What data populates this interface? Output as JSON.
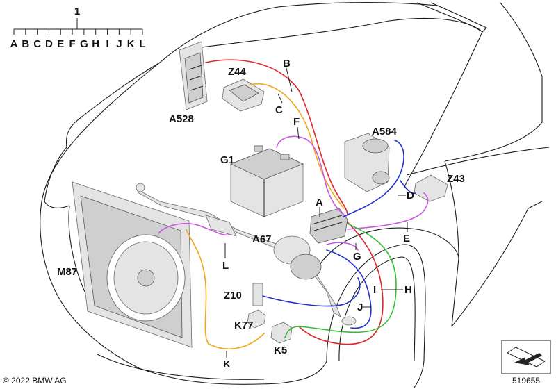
{
  "index": {
    "number": "1",
    "letters": [
      "A",
      "B",
      "C",
      "D",
      "E",
      "F",
      "G",
      "H",
      "I",
      "J",
      "K",
      "L"
    ]
  },
  "components": {
    "a528": "A528",
    "z44": "Z44",
    "g1": "G1",
    "a584": "A584",
    "z43": "Z43",
    "a": "A",
    "a67": "A67",
    "m87": "M87",
    "z10": "Z10",
    "k77": "K77",
    "k5": "K5"
  },
  "wire_labels": {
    "b": "B",
    "c": "C",
    "f": "F",
    "d": "D",
    "e": "E",
    "g": "G",
    "l": "L",
    "i": "I",
    "h": "H",
    "j": "J",
    "k": "K"
  },
  "colors": {
    "wire_red": "#e0242b",
    "wire_orange": "#f0a818",
    "wire_magenta": "#c858e0",
    "wire_blue": "#2030d0",
    "wire_green": "#30c030",
    "outline": "#1a1a1a",
    "part_fill": "#e4e4e4"
  },
  "footer": {
    "copyright": "© 2022 BMW AG",
    "image_number": "519655"
  }
}
